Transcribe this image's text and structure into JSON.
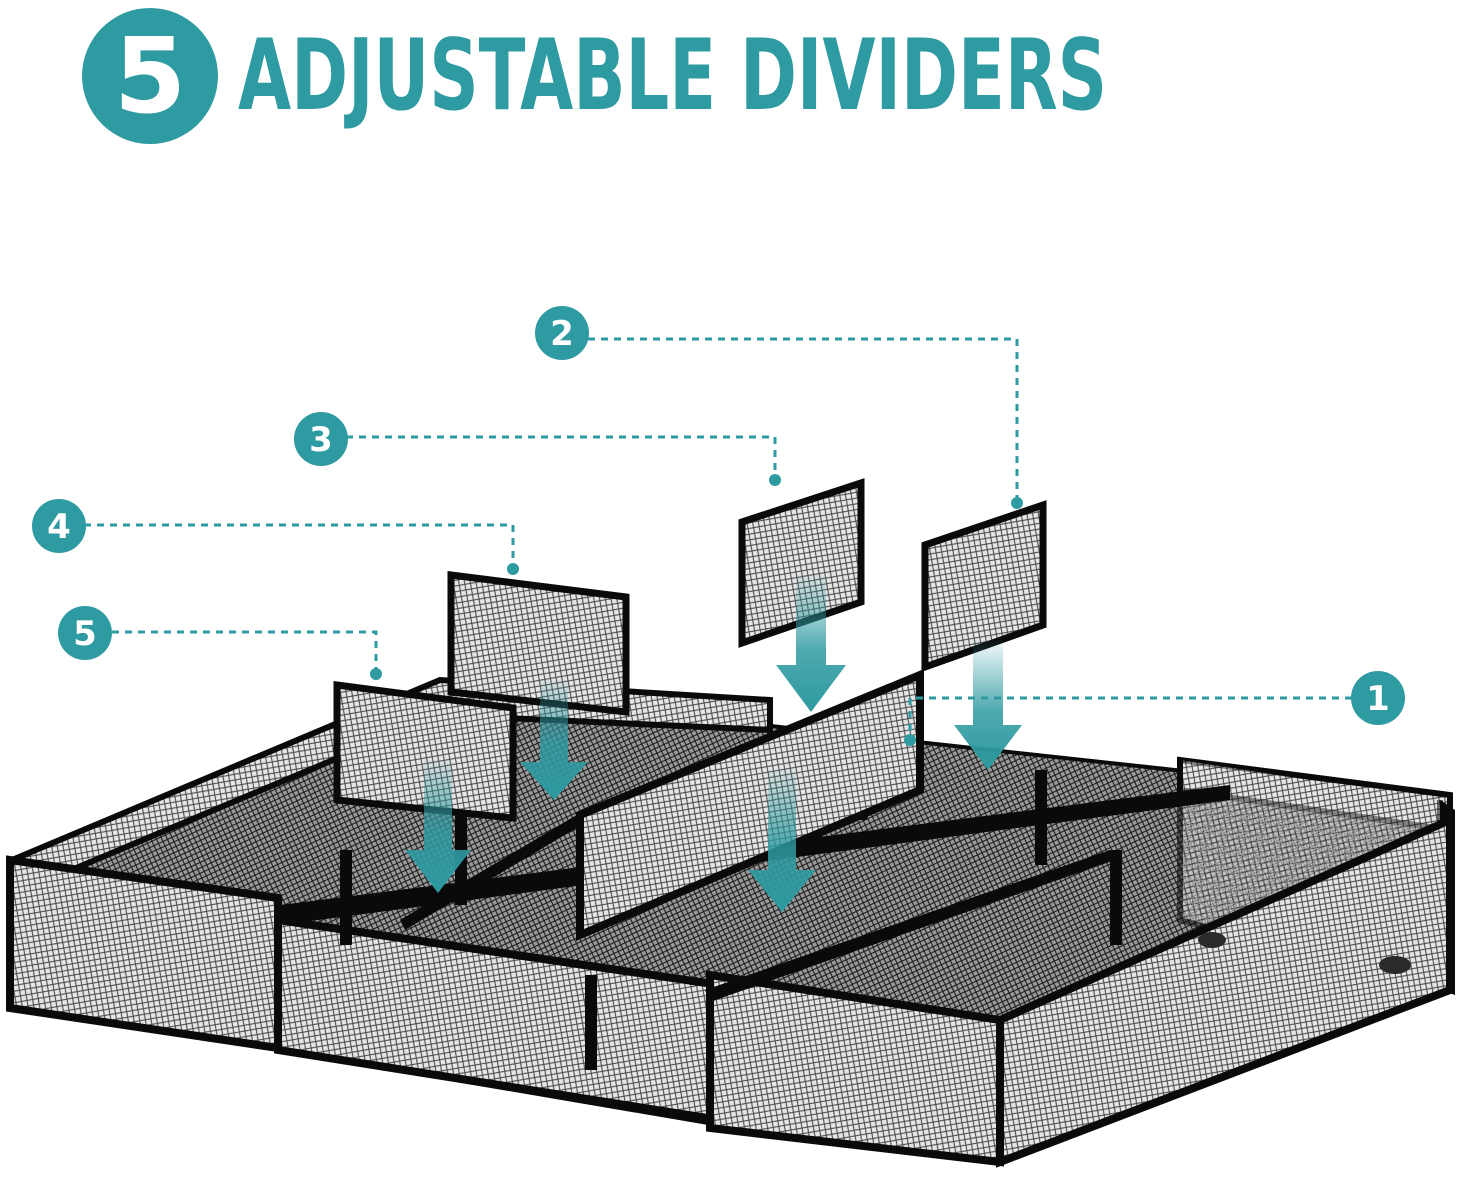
{
  "headline": {
    "badge": "5",
    "text": "ADJUSTABLE DIVIDERS"
  },
  "callouts": {
    "c1": "1",
    "c2": "2",
    "c3": "3",
    "c4": "4",
    "c5": "5"
  },
  "colors": {
    "accent": "#2e9aa1",
    "frame": "#0a0a0a",
    "mesh": "#8a8a8a",
    "background": "#ffffff"
  },
  "icons": {
    "arrow": "down-arrow-icon"
  }
}
